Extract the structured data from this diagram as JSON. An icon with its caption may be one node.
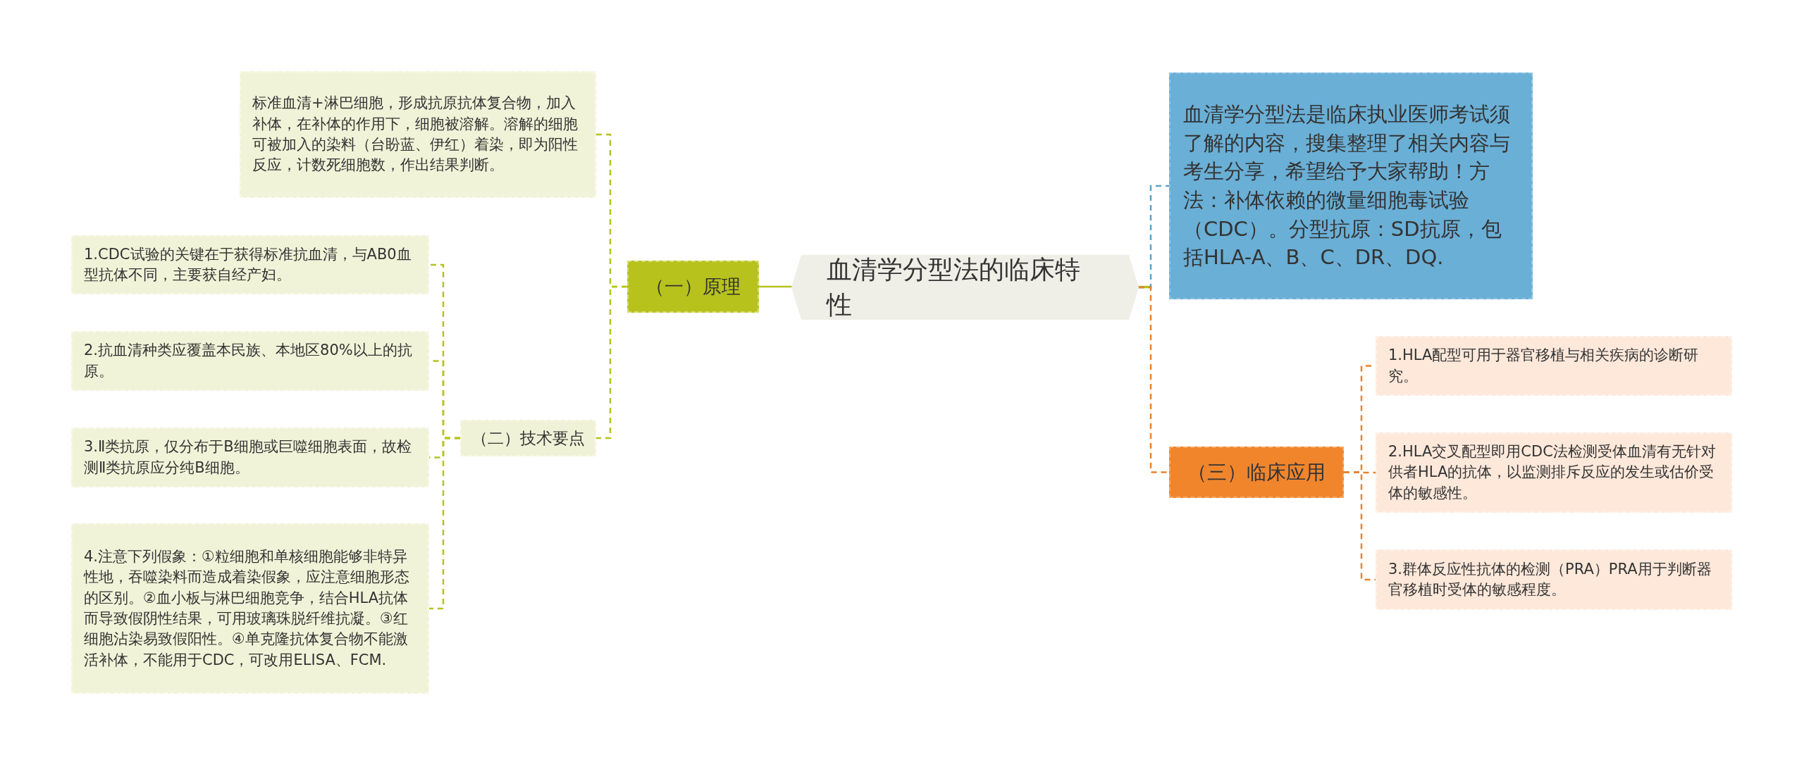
{
  "diagram": {
    "nodes": [
      {
        "text": [
          "血清学分型法的临床特性"
        ]
      },
      {
        "text": [
          "（一）原理"
        ]
      },
      {
        "text": [
          "标准血清+淋巴细胞，形成抗原抗体复合物，加入补体，在补体的作用下，细胞被溶解。溶解的细胞可被加入的染料（台盼蓝、伊红）着染，即为阳性反应，计数死细胞数，作出结果判断。"
        ]
      },
      {
        "text": [
          "（二）技术要点"
        ]
      },
      {
        "text": [
          "1.CDC试验的关键在于获得标准抗血清，与AB0血型抗体不同，主要获自经产妇。"
        ]
      },
      {
        "text": [
          "2.抗血清种类应覆盖本民族、本地区80%以上的抗原。"
        ]
      },
      {
        "text": [
          "3.Ⅱ类抗原，仅分布于B细胞或巨噬细胞表面，故检测Ⅱ类抗原应分纯B细胞。"
        ]
      },
      {
        "text": [
          "4.注意下列假象：①粒细胞和单核细胞能够非特异性地，吞噬染料而造成着染假象，应注意细胞形态的区别。②血小板与淋巴细胞竞争，结合HLA抗体而导致假阴性结果，可用玻璃珠脱纤维抗凝。③红细胞沾染易致假阳性。④单克隆抗体复合物不能激活补体，不能用于CDC，可改用ELISA、FCM."
        ]
      },
      {
        "text": [
          "血清学分型法是临床执业医师考试须了解的内容，搜集整理了相关内容与考生分享，希望给予大家帮助！方法：补体依赖的微量细胞毒试验（CDC）。分型抗原：SD抗原，包括HLA-A、B、C、DR、DQ."
        ]
      },
      {
        "text": [
          "（三）临床应用"
        ]
      },
      {
        "text": [
          "1.HLA配型可用于器官移植与相关疾病的诊断研究。"
        ]
      },
      {
        "text": [
          "2.HLA交叉配型即用CDC法检测受体血清有无针对供者HLA的抗体，以监测排斥反应的发生或估价受体的敏感性。"
        ]
      },
      {
        "text": [
          "3.群体反应性抗体的检测（PRA）PRA用于判断器官移植时受体的敏感程度。"
        ]
      }
    ],
    "edges": [
      {
        "from": 0,
        "to": 1,
        "arrow": "none"
      },
      {
        "from": 1,
        "to": 2,
        "arrow": "none",
        "style": "dashed"
      },
      {
        "from": 1,
        "to": 3,
        "arrow": "none",
        "style": "dashed"
      },
      {
        "from": 3,
        "to": 4,
        "arrow": "none",
        "style": "dashed"
      },
      {
        "from": 3,
        "to": 5,
        "arrow": "none",
        "style": "dashed"
      },
      {
        "from": 3,
        "to": 6,
        "arrow": "none",
        "style": "dashed"
      },
      {
        "from": 3,
        "to": 7,
        "arrow": "none",
        "style": "dashed"
      },
      {
        "from": 0,
        "to": 8,
        "arrow": "none",
        "style": "dashed",
        "color": "#5ba3cc"
      },
      {
        "from": 0,
        "to": 9,
        "arrow": "none",
        "style": "dashed",
        "color": "#e8822e"
      },
      {
        "from": 9,
        "to": 10,
        "arrow": "none",
        "style": "dashed",
        "color": "#e8822e"
      },
      {
        "from": 9,
        "to": 11,
        "arrow": "none",
        "style": "dashed",
        "color": "#e8822e"
      },
      {
        "from": 9,
        "to": 12,
        "arrow": "none",
        "style": "dashed",
        "color": "#e8822e"
      }
    ]
  }
}
